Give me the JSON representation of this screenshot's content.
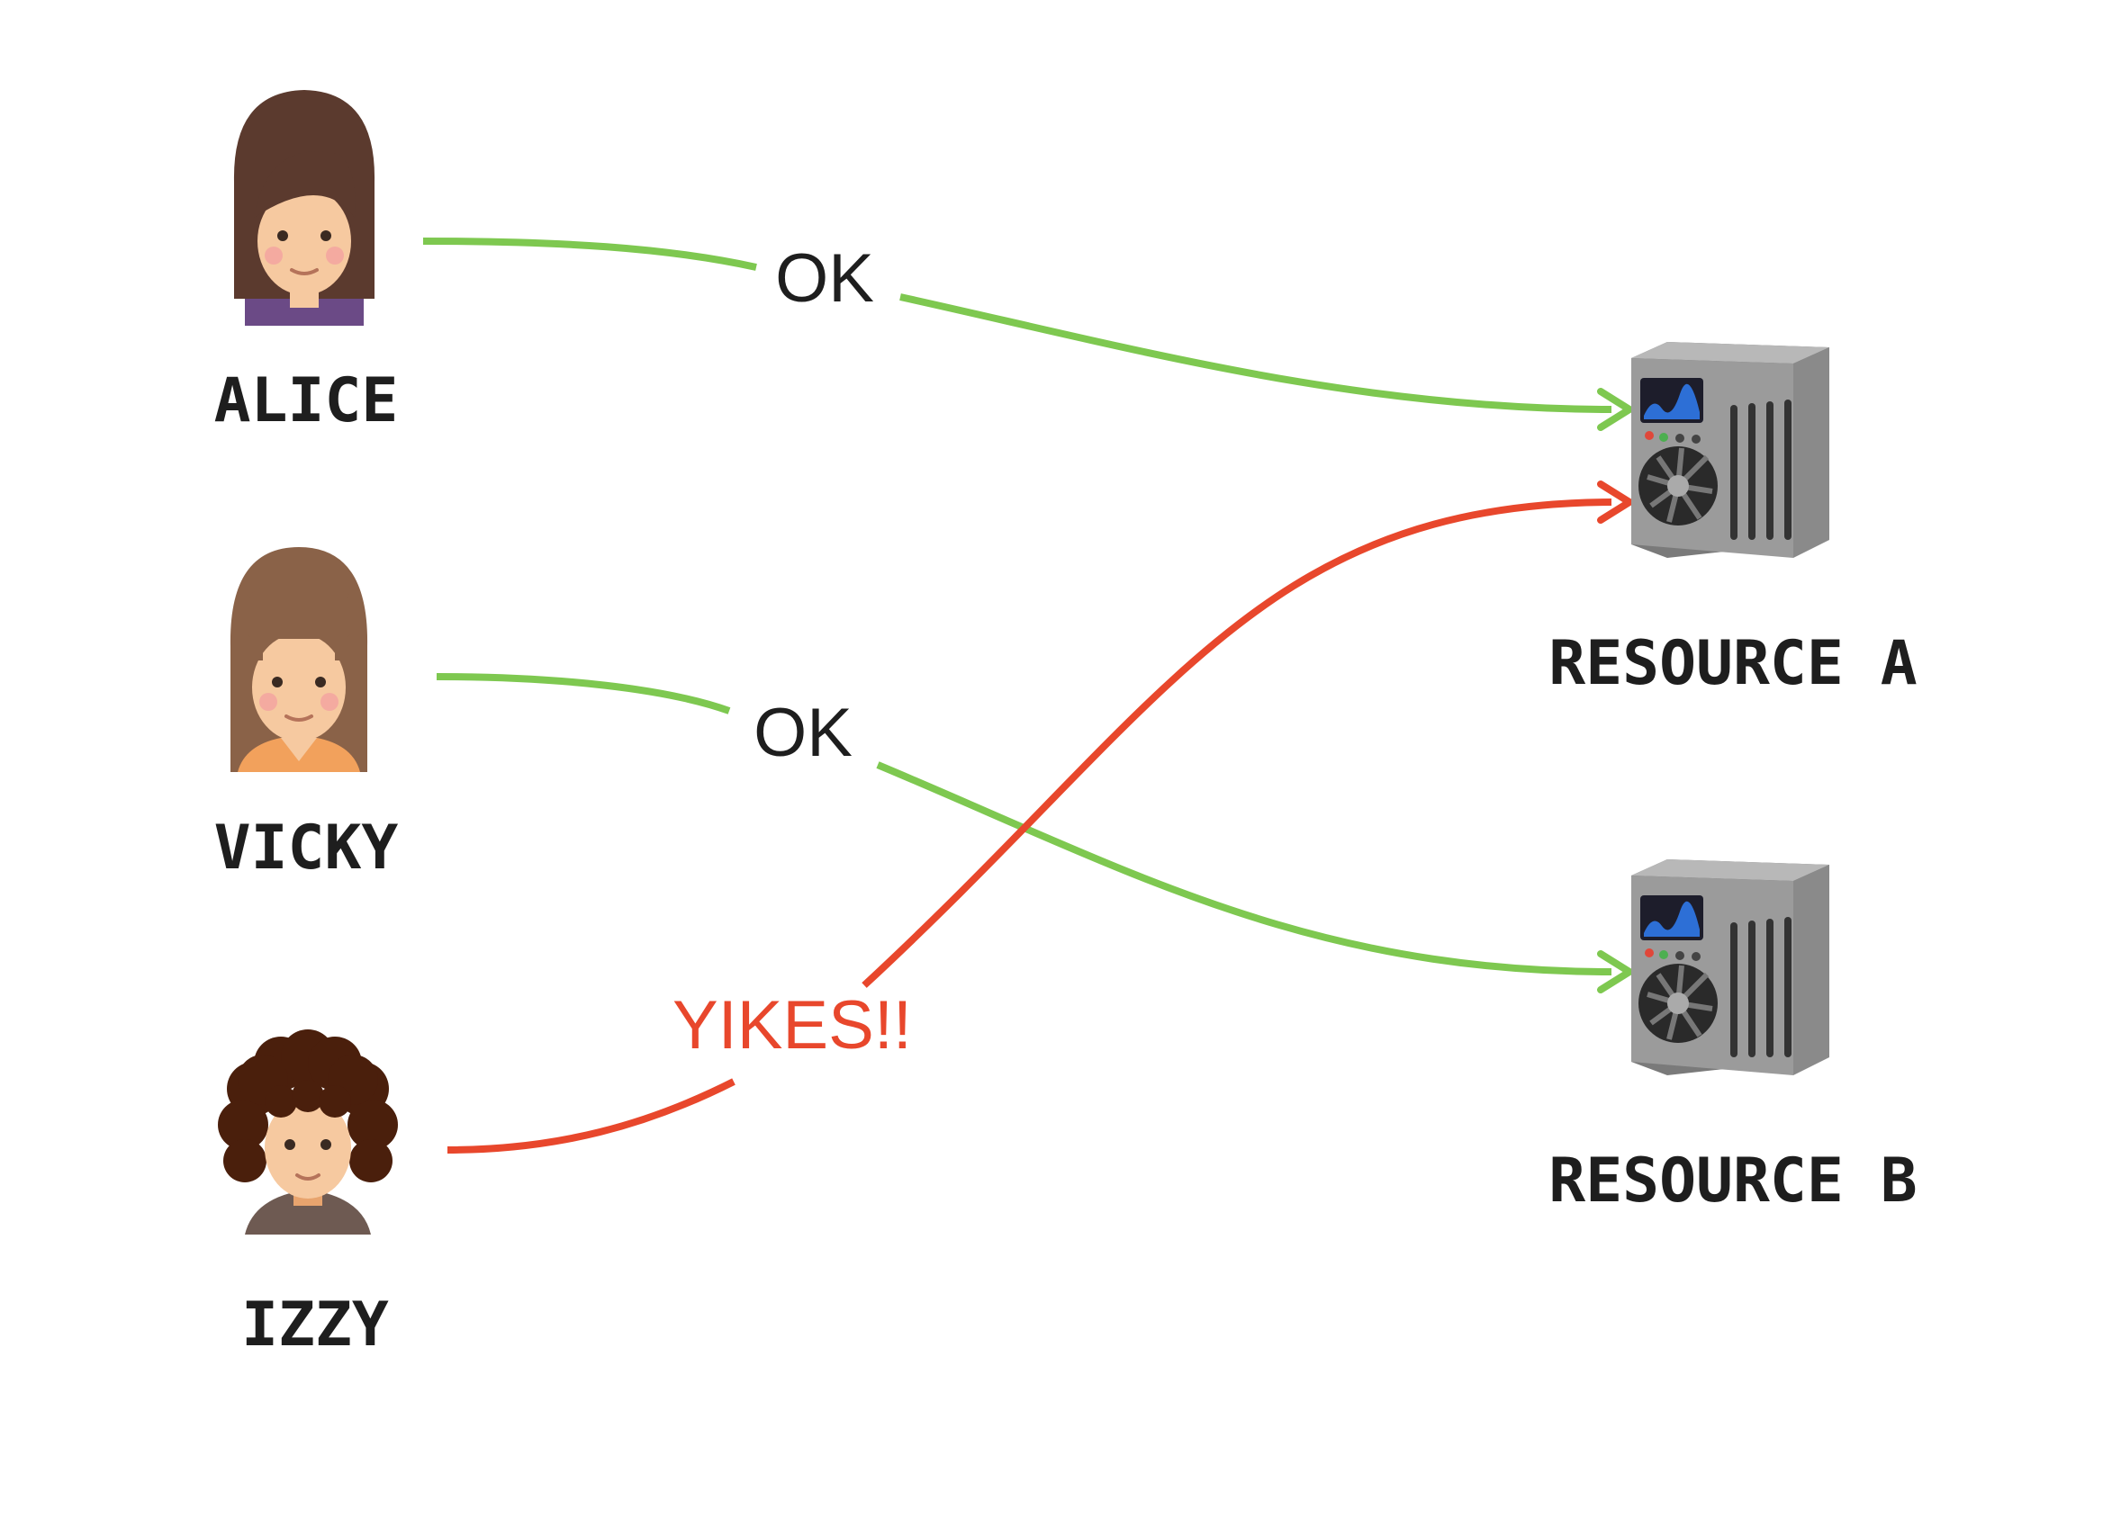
{
  "users": [
    {
      "id": "alice",
      "label": "ALICE",
      "avatar_icon": "woman-avatar-icon"
    },
    {
      "id": "vicky",
      "label": "VICKY",
      "avatar_icon": "woman-bangs-avatar-icon"
    },
    {
      "id": "izzy",
      "label": "IZZY",
      "avatar_icon": "curly-hair-avatar-icon"
    }
  ],
  "resources": [
    {
      "id": "resource_a",
      "label": "RESOURCE A",
      "icon": "server-icon"
    },
    {
      "id": "resource_b",
      "label": "RESOURCE B",
      "icon": "server-icon"
    }
  ],
  "connections": [
    {
      "from": "alice",
      "to": "resource_a",
      "label": "OK",
      "status": "ok"
    },
    {
      "from": "vicky",
      "to": "resource_b",
      "label": "OK",
      "status": "ok"
    },
    {
      "from": "izzy",
      "to": "resource_a",
      "label": "YIKES!!",
      "status": "bad"
    }
  ],
  "colors": {
    "ok": "#7ec850",
    "bad": "#e8472c",
    "label_text": "#1e1e1e",
    "server_body": "#8f8f8f",
    "server_screen": "#2d6fd6"
  }
}
